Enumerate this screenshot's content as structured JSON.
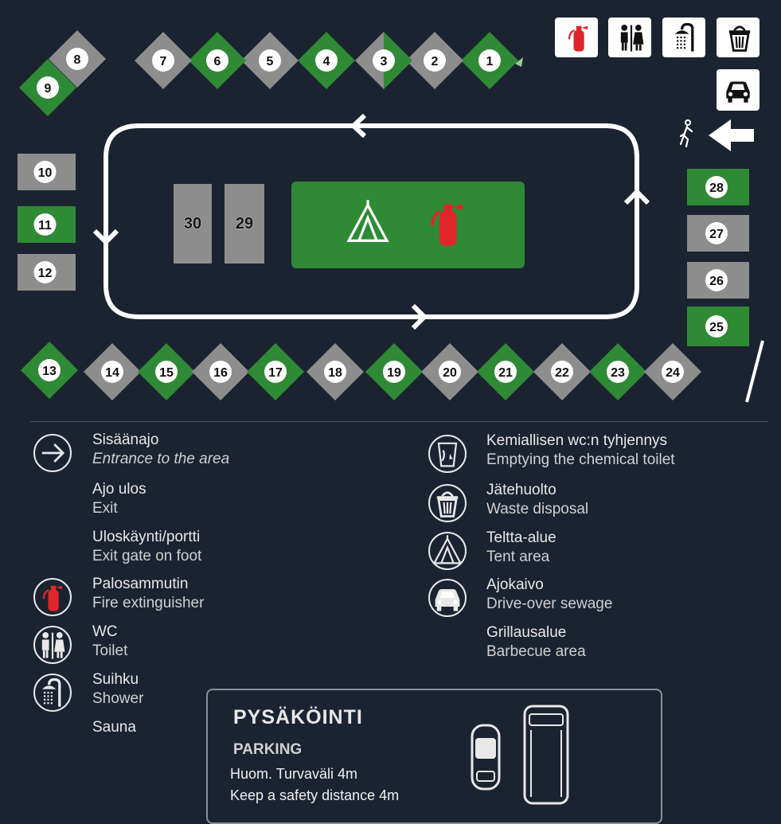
{
  "colors": {
    "background": "#1c2330",
    "green": "#2f8a36",
    "grey": "#8d8d8d",
    "white": "#ffffff",
    "red": "#e0262a"
  },
  "map": {
    "spots": [
      {
        "label": "1",
        "color": "green"
      },
      {
        "label": "2",
        "color": "grey"
      },
      {
        "label": "3",
        "color": "mixed"
      },
      {
        "label": "4",
        "color": "green"
      },
      {
        "label": "5",
        "color": "grey"
      },
      {
        "label": "6",
        "color": "green"
      },
      {
        "label": "7",
        "color": "grey"
      },
      {
        "label": "8",
        "color": "grey"
      },
      {
        "label": "9",
        "color": "green"
      },
      {
        "label": "10",
        "color": "grey"
      },
      {
        "label": "11",
        "color": "green"
      },
      {
        "label": "12",
        "color": "grey"
      },
      {
        "label": "13",
        "color": "green"
      },
      {
        "label": "14",
        "color": "grey"
      },
      {
        "label": "15",
        "color": "green"
      },
      {
        "label": "16",
        "color": "grey"
      },
      {
        "label": "17",
        "color": "green"
      },
      {
        "label": "18",
        "color": "grey"
      },
      {
        "label": "19",
        "color": "green"
      },
      {
        "label": "20",
        "color": "grey"
      },
      {
        "label": "21",
        "color": "green"
      },
      {
        "label": "22",
        "color": "grey"
      },
      {
        "label": "23",
        "color": "green"
      },
      {
        "label": "24",
        "color": "grey"
      },
      {
        "label": "25",
        "color": "green"
      },
      {
        "label": "26",
        "color": "grey"
      },
      {
        "label": "27",
        "color": "grey"
      },
      {
        "label": "28",
        "color": "green"
      },
      {
        "label": "29",
        "color": "grey"
      },
      {
        "label": "30",
        "color": "grey"
      }
    ],
    "top_icons": [
      "fire-extinguisher-icon",
      "toilet-icon",
      "shower-icon",
      "waste-basket-icon"
    ],
    "drive_over_icon": "car-icon",
    "entrance_icons": [
      "pedestrian-icon",
      "arrow-left-icon"
    ],
    "center_icons": [
      "tent-icon",
      "fire-extinguisher-icon"
    ]
  },
  "legend": {
    "left": [
      {
        "icon": "arrow-right-icon",
        "fi": "Sisäänajo",
        "en": "Entrance to the area",
        "italic": true
      },
      {
        "icon": "",
        "fi": "Ajo ulos",
        "en": "Exit",
        "italic": false
      },
      {
        "icon": "",
        "fi": "Uloskäynti/portti",
        "en": "Exit gate on foot",
        "italic": false
      },
      {
        "icon": "fire-extinguisher-icon",
        "fi": "Palosammutin",
        "en": "Fire extinguisher",
        "italic": false
      },
      {
        "icon": "toilet-icon",
        "fi": "WC",
        "en": "Toilet",
        "italic": false
      },
      {
        "icon": "shower-icon",
        "fi": "Suihku",
        "en": "Shower",
        "italic": false
      },
      {
        "icon": "",
        "fi": "Sauna",
        "en": "",
        "italic": false
      }
    ],
    "right": [
      {
        "icon": "chemical-toilet-icon",
        "fi": "Kemiallisen wc:n tyhjennys",
        "en": "Emptying the chemical toilet"
      },
      {
        "icon": "waste-basket-icon",
        "fi": "Jätehuolto",
        "en": "Waste disposal"
      },
      {
        "icon": "tent-icon",
        "fi": "Teltta-alue",
        "en": "Tent area"
      },
      {
        "icon": "car-icon",
        "fi": "Ajokaivo",
        "en": "Drive-over sewage"
      },
      {
        "icon": "",
        "fi": "Grillausalue",
        "en": "Barbecue area"
      }
    ]
  },
  "parking": {
    "title": "PYSÄKÖINTI",
    "subtitle": "PARKING",
    "note_fi": "Huom. Turvaväli 4m",
    "note_en": "Keep a safety distance  4m"
  }
}
